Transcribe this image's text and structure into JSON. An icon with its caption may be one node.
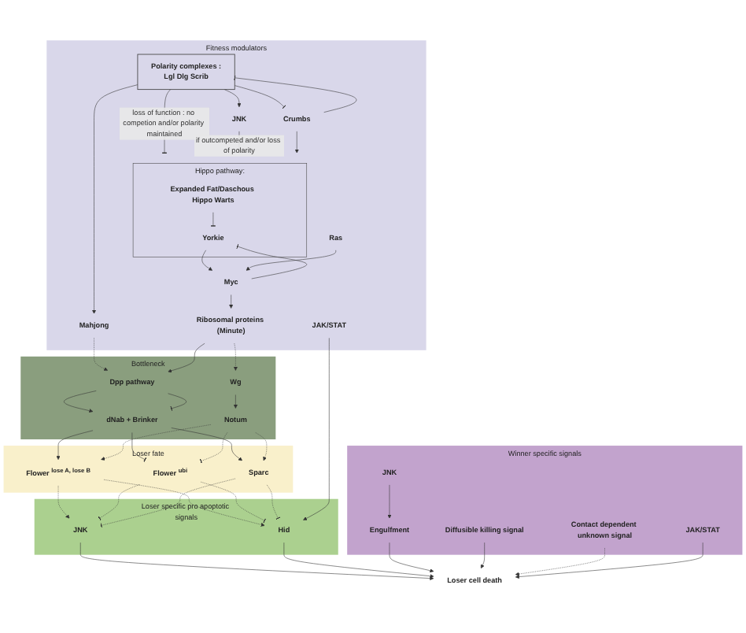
{
  "diagram": {
    "nodes": [
      {
        "text": [
          "Fitness modulators"
        ]
      },
      {
        "text": [
          "Polarity complexes :",
          "Lgl Dlg Scrib"
        ],
        "in": 0
      },
      {
        "text": [
          "JNK"
        ],
        "in": 0
      },
      {
        "text": [
          "Hippo pathway:"
        ],
        "in": 0
      },
      {
        "text": [
          "Expanded Fat/Daschous Hippo Warts"
        ],
        "in": 3
      },
      {
        "text": [
          "Yorkie"
        ],
        "in": 3
      },
      {
        "text": [
          "Crumbs"
        ],
        "in": 0
      },
      {
        "text": [
          "Ras"
        ],
        "in": 0
      },
      {
        "text": [
          "Mahjong"
        ],
        "in": 0
      },
      {
        "text": [
          "Myc"
        ],
        "in": 0
      },
      {
        "text": [
          "Ribosomal proteins (Minute)"
        ],
        "in": 0
      },
      {
        "text": [
          "JAK/STAT"
        ],
        "in": 0
      },
      {
        "text": [
          "Bottleneck"
        ]
      },
      {
        "text": [
          "Dpp pathway"
        ],
        "in": 12
      },
      {
        "text": [
          "Wg"
        ],
        "in": 12
      },
      {
        "text": [
          "dNab + Brinker"
        ],
        "in": 12
      },
      {
        "text": [
          "Notum"
        ],
        "in": 12
      },
      {
        "text": [
          "Loser fate"
        ]
      },
      {
        "text": [
          "Flower $^{lose A, lose B}$"
        ],
        "in": 17
      },
      {
        "text": [
          "Flower $^{ubi}$"
        ],
        "in": 17
      },
      {
        "text": [
          "Sparc"
        ],
        "in": 17
      },
      {
        "text": [
          "Loser specific pro apoptotic signals"
        ]
      },
      {
        "text": [
          "JNK"
        ],
        "in": 21
      },
      {
        "text": [
          "Hid"
        ],
        "in": 21
      },
      {
        "text": [
          "Winner specific signals"
        ]
      },
      {
        "text": [
          "JNK"
        ],
        "in": 24
      },
      {
        "text": [
          "Engulfment"
        ],
        "in": 24
      },
      {
        "text": [
          "Diffusible killing signal"
        ],
        "in": 24
      },
      {
        "text": [
          "Contact dependent unknown signal"
        ],
        "in": 24
      },
      {
        "text": [
          "JAK/STAT"
        ],
        "in": 24
      },
      {
        "text": [
          "Loser cell death"
        ]
      }
    ],
    "edges": [
      {
        "from": 1,
        "to": 3,
        "arrow": "other",
        "label": "loss of function : no competion and/or polarity maintained"
      },
      {
        "from": 1,
        "to": 2,
        "arrow": "to"
      },
      {
        "from": 2,
        "to": 3,
        "arrow": "to",
        "label": "if outcompeted and/or loss of polarity"
      },
      {
        "from": 1,
        "to": 6,
        "arrow": "other"
      },
      {
        "from": 6,
        "to": 1,
        "arrow": "other"
      },
      {
        "from": 6,
        "to": 3,
        "arrow": "to"
      },
      {
        "from": 1,
        "to": 8,
        "arrow": "to"
      },
      {
        "from": 4,
        "to": 5,
        "arrow": "other"
      },
      {
        "from": 5,
        "to": 9,
        "arrow": "to"
      },
      {
        "from": 9,
        "to": 5,
        "arrow": "other"
      },
      {
        "from": 7,
        "to": 9,
        "arrow": "to"
      },
      {
        "from": 9,
        "to": 10,
        "arrow": "to"
      },
      {
        "from": 8,
        "to": 13,
        "arrow": "to",
        "style": "dashed"
      },
      {
        "from": 10,
        "to": 13,
        "arrow": "to"
      },
      {
        "from": 10,
        "to": 14,
        "arrow": "to",
        "style": "dashed"
      },
      {
        "from": 13,
        "to": 15,
        "arrow": "to"
      },
      {
        "from": 13,
        "to": 15,
        "arrow": "other"
      },
      {
        "from": 14,
        "to": 16,
        "arrow": "to"
      },
      {
        "from": 15,
        "to": 18,
        "arrow": "to"
      },
      {
        "from": 15,
        "to": 19,
        "arrow": "other"
      },
      {
        "from": 15,
        "to": 20,
        "arrow": "to"
      },
      {
        "from": 16,
        "to": 18,
        "arrow": "to",
        "style": "dashed"
      },
      {
        "from": 16,
        "to": 19,
        "arrow": "other",
        "style": "dashed"
      },
      {
        "from": 16,
        "to": 20,
        "arrow": "to",
        "style": "dashed"
      },
      {
        "from": 18,
        "to": 22,
        "arrow": "to",
        "style": "dashed"
      },
      {
        "from": 18,
        "to": 23,
        "arrow": "to",
        "style": "dashed"
      },
      {
        "from": 19,
        "to": 22,
        "arrow": "other",
        "style": "dashed"
      },
      {
        "from": 19,
        "to": 23,
        "arrow": "other",
        "style": "dashed"
      },
      {
        "from": 20,
        "to": 22,
        "arrow": "other",
        "style": "dashed"
      },
      {
        "from": 20,
        "to": 23,
        "arrow": "other",
        "style": "dashed"
      },
      {
        "from": 11,
        "to": 23,
        "arrow": "to"
      },
      {
        "from": 22,
        "to": 30,
        "arrow": "to"
      },
      {
        "from": 23,
        "to": 30,
        "arrow": "to"
      },
      {
        "from": 25,
        "to": 26,
        "arrow": "to"
      },
      {
        "from": 26,
        "to": 30,
        "arrow": "to"
      },
      {
        "from": 27,
        "to": 30,
        "arrow": "to"
      },
      {
        "from": 28,
        "to": 30,
        "arrow": "to",
        "style": "dashed"
      },
      {
        "from": 29,
        "to": 30,
        "arrow": "to"
      }
    ]
  }
}
